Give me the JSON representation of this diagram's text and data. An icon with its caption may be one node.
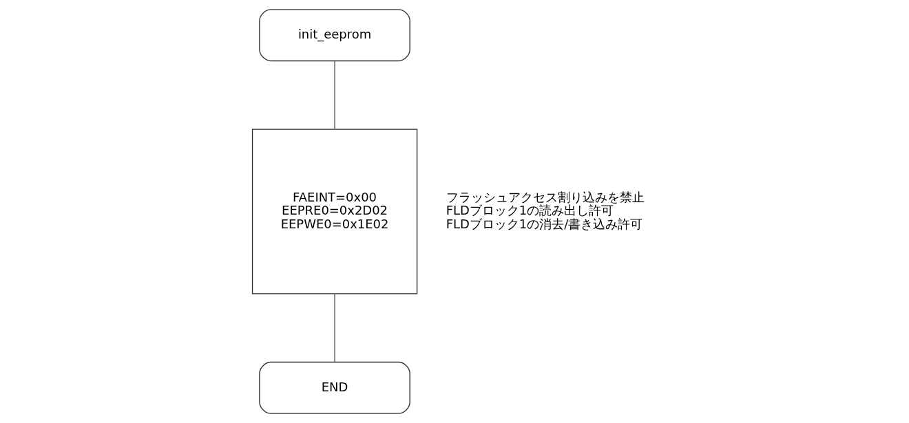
{
  "diagram": {
    "nodes": [
      {
        "text": [
          "init_eeprom"
        ]
      },
      {
        "text": [
          "FAEINT=0x00",
          "EEPRE0=0x2D02",
          "EEPWE0=0x1E02"
        ],
        "beside": [
          "フラッシュアクセス割り込みを禁止",
          "FLDブロック1の読み出し許可",
          "FLDブロック1の消去/書き込み許可"
        ]
      },
      {
        "text": [
          "END"
        ]
      }
    ],
    "edges": [
      {
        "from": 0,
        "to": 1,
        "arrow": "none"
      },
      {
        "from": 1,
        "to": 2,
        "arrow": "none"
      }
    ]
  }
}
